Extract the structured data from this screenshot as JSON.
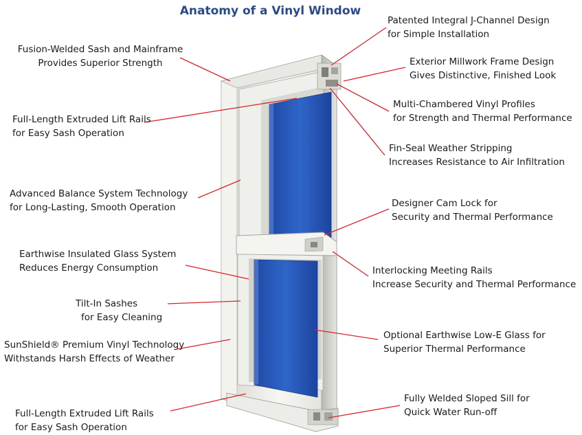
{
  "title": "Anatomy of a Vinyl Window",
  "colors": {
    "title": "#2b4a8c",
    "leader": "#d8242a",
    "glass": "#2a56b8",
    "frame": "#ececea"
  },
  "callouts": {
    "fusion_welded": [
      "Fusion-Welded Sash and Mainframe",
      "Provides Superior Strength"
    ],
    "lift_rails_top": [
      "Full-Length Extruded Lift Rails",
      "for Easy Sash Operation"
    ],
    "balance_system": [
      "Advanced Balance System Technology",
      "for Long-Lasting, Smooth Operation"
    ],
    "insulated_glass": [
      "Earthwise Insulated Glass System",
      "Reduces Energy Consumption"
    ],
    "tilt_in": [
      "Tilt-In Sashes",
      "for Easy Cleaning"
    ],
    "sunshield": [
      "SunShield® Premium Vinyl Technology",
      "Withstands Harsh Effects of Weather"
    ],
    "lift_rails_bottom": [
      "Full-Length Extruded Lift Rails",
      "for Easy Sash Operation"
    ],
    "j_channel": [
      "Patented Integral J-Channel Design",
      "for Simple Installation"
    ],
    "millwork": [
      "Exterior Millwork Frame Design",
      "Gives Distinctive, Finished Look"
    ],
    "multi_chambered": [
      "Multi-Chambered Vinyl Profiles",
      "for Strength and Thermal Performance"
    ],
    "fin_seal": [
      "Fin-Seal Weather Stripping",
      "Increases Resistance to Air Infiltration"
    ],
    "cam_lock": [
      "Designer Cam Lock for",
      "Security and Thermal Performance"
    ],
    "meeting_rails": [
      "Interlocking Meeting Rails",
      "Increase Security and Thermal Performance"
    ],
    "low_e_glass": [
      "Optional Earthwise Low-E Glass for",
      "Superior Thermal Performance"
    ],
    "sloped_sill": [
      "Fully Welded Sloped Sill for",
      "Quick Water Run-off"
    ]
  }
}
